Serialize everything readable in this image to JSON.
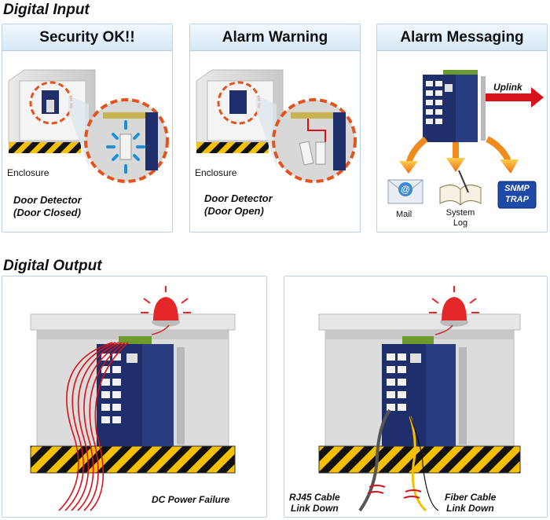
{
  "sections": {
    "digital_input": "Digital Input",
    "digital_output": "Digital Output"
  },
  "panels": {
    "security_ok": {
      "title": "Security OK!!",
      "enclosure_label": "Enclosure",
      "detector_line1": "Door Detector",
      "detector_line2": "(Door Closed)"
    },
    "alarm_warning": {
      "title": "Alarm Warning",
      "enclosure_label": "Enclosure",
      "detector_line1": "Door Detector",
      "detector_line2": "(Door Open)"
    },
    "alarm_messaging": {
      "title": "Alarm Messaging",
      "uplink_label": "Uplink",
      "mail_label": "Mail",
      "syslog_line1": "System",
      "syslog_line2": "Log",
      "snmp_line1": "SNMP",
      "snmp_line2": "TRAP"
    },
    "dc_power": {
      "caption": "DC Power Failure"
    },
    "link_down": {
      "rj45_line1": "RJ45 Cable",
      "rj45_line2": "Link Down",
      "fiber_line1": "Fiber Cable",
      "fiber_line2": "Link Down"
    }
  },
  "colors": {
    "panel_border": "#bcd3e6",
    "switch_body": "#1f2f6b",
    "orange_arrow": "#f08c1e",
    "red_arrow": "#d8121a",
    "dashed_circle": "#e5531c",
    "hazard_yellow": "#f5c000",
    "snmp_blue": "#1d4aa8"
  }
}
